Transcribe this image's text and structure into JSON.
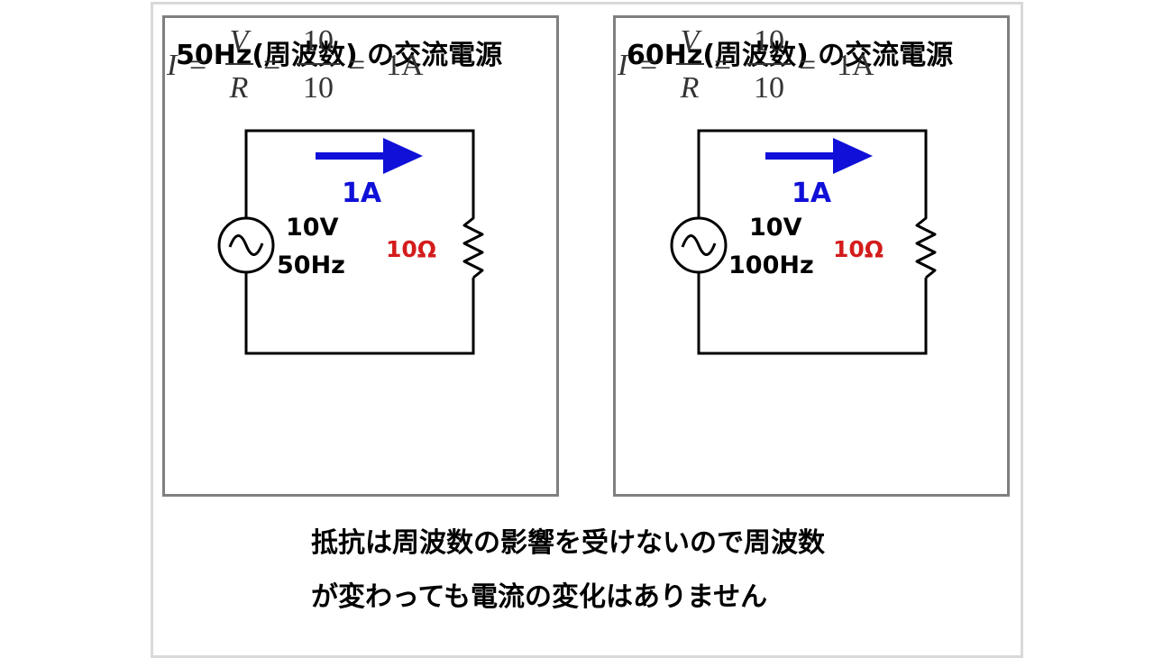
{
  "colors": {
    "current": "#1010d8",
    "resistance": "#d41c1c",
    "panel_border": "#7f7f7f",
    "frame_border": "#d9d9d9"
  },
  "panels": [
    {
      "title": "50Hz(周波数) の交流電源",
      "current_label": "1A",
      "voltage": "10V",
      "frequency": "50Hz",
      "resistance": "10Ω",
      "formula": {
        "lhs": "I",
        "eq": "=",
        "num1": "V",
        "den1": "R",
        "num2": "10",
        "den2": "10",
        "result": "1A"
      }
    },
    {
      "title": "60Hz(周波数) の交流電源",
      "current_label": "1A",
      "voltage": "10V",
      "frequency": "100Hz",
      "resistance": "10Ω",
      "formula": {
        "lhs": "I",
        "eq": "=",
        "num1": "V",
        "den1": "R",
        "num2": "10",
        "den2": "10",
        "result": "1A"
      }
    }
  ],
  "note": {
    "line1": "抵抗は周波数の影響を受けないので周波数",
    "line2": "が変わっても電流の変化はありません"
  }
}
